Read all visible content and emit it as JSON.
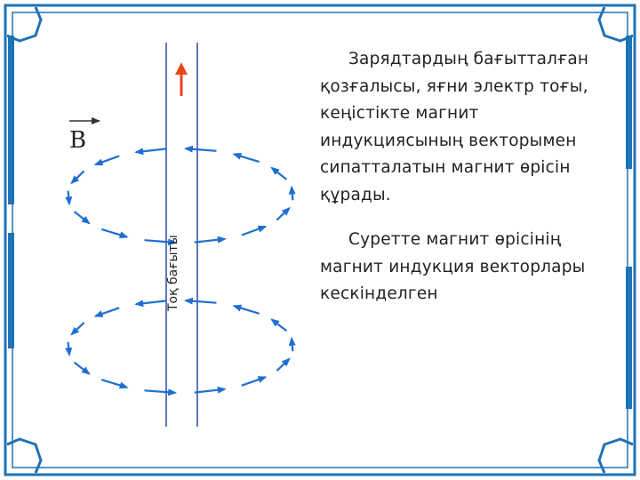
{
  "text": {
    "paragraph_1": "Зарядтардың бағытталған қозғалысы, яғни электр тоғы, кеңістікте магнит индукциясының векторымен сипатталатын  магнит өрісін құрады.",
    "paragraph_1_lines": [
      "Зарядтардың бағытталған",
      "қозғалысы, яғни электр тоғы,",
      "кеңістікте магнит",
      "индукциясының векторымен",
      "сипатталатын  магнит өрісін",
      "құрады."
    ],
    "paragraph_2_lines": [
      "Суретте магнит өрісінің",
      "магнит индукция векторлары",
      "кескінделген"
    ]
  },
  "diagram": {
    "vector_label": "B",
    "current_label": "Тоқ бағыты"
  },
  "colors": {
    "frame_blue": "#1f73b7",
    "field_arrow_blue": "#1e6fd1",
    "current_arrow_red": "#e8461a",
    "wire": "#2b4aa8",
    "text": "#222222"
  }
}
